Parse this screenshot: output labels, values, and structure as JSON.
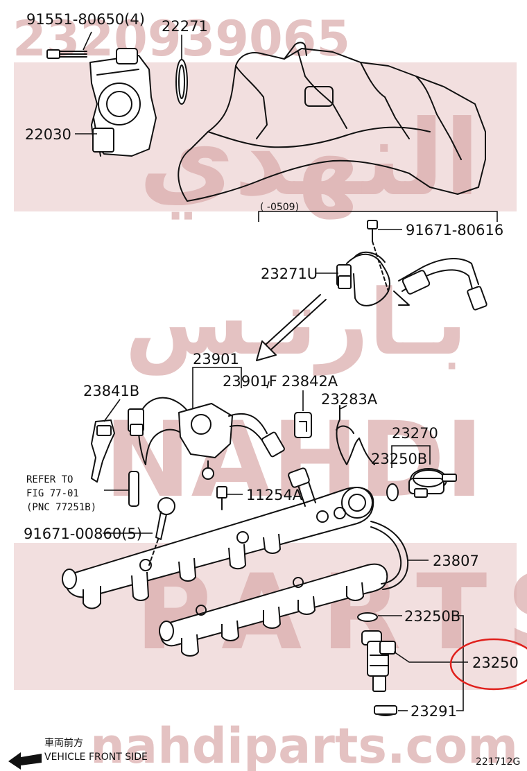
{
  "watermark": {
    "part_number": "23209-39065",
    "part_number_display": "2320939065",
    "arabic_top": "النهدي",
    "arabic_mid": "بـارتـس",
    "latin_mid": "NAHDI",
    "latin_low": "PARTS",
    "site": "nahdiparts.com",
    "band_color": "#e8c4c4"
  },
  "labels": {
    "bolt_throttle": "91551-80650(4)",
    "gasket": "22271",
    "throttle_body": "22030",
    "date_range": "(      -0509)",
    "bolt_upper": "91671-80616",
    "hose_upper": "23271U",
    "hose_assy": "23901",
    "hose_sub": "23901F",
    "clip_a": "23842A",
    "pipe_clamp": "23283A",
    "connector_b": "23841B",
    "refer_line1": "REFER TO",
    "refer_line2": "FIG 77-01",
    "refer_line3": "(PNC 77251B)",
    "regulator": "23270",
    "oring_reg": "23250B",
    "bolt_small": "11254A",
    "bolt_rail": "91671-00860(5)",
    "fuel_pipe": "23807",
    "oring_inj": "23250B",
    "injector": "23250",
    "insulator": "23291",
    "front_jp": "車両前方",
    "front_en": "VEHICLE FRONT SIDE",
    "diagram_code": "221712G"
  },
  "colors": {
    "highlight_circle": "#e0201c",
    "line": "#111111"
  }
}
